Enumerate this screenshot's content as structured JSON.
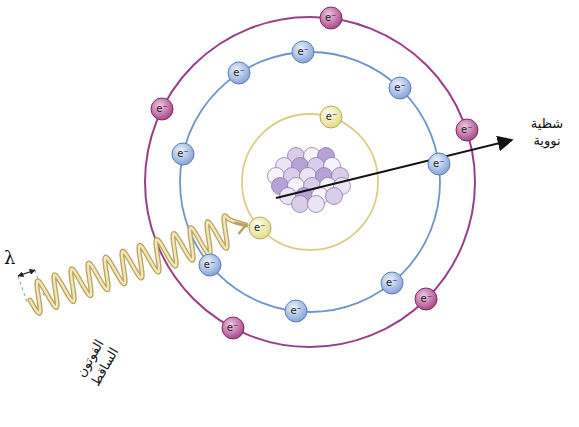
{
  "diagram": {
    "nodes": [
      {
        "text": [
          "e⁻"
        ]
      },
      {
        "text": [
          "e⁻"
        ]
      },
      {
        "text": [
          "e⁻"
        ]
      },
      {
        "text": [
          "e⁻"
        ]
      },
      {
        "text": [
          "e⁻"
        ]
      },
      {
        "text": [
          "e⁻"
        ]
      },
      {
        "text": [
          "e⁻"
        ]
      },
      {
        "text": [
          "e⁻"
        ]
      },
      {
        "text": [
          "e⁻"
        ]
      },
      {
        "text": [
          "e⁻"
        ]
      },
      {
        "text": [
          "e⁻"
        ]
      },
      {
        "text": [
          "e⁻"
        ]
      },
      {
        "text": [
          "e⁻"
        ]
      },
      {
        "text": [
          "e⁻"
        ]
      },
      {
        "text": [
          "e⁻"
        ]
      }
    ],
    "labels": [
      "شظية نووية",
      "λ",
      "الفوتون الساقط"
    ]
  }
}
